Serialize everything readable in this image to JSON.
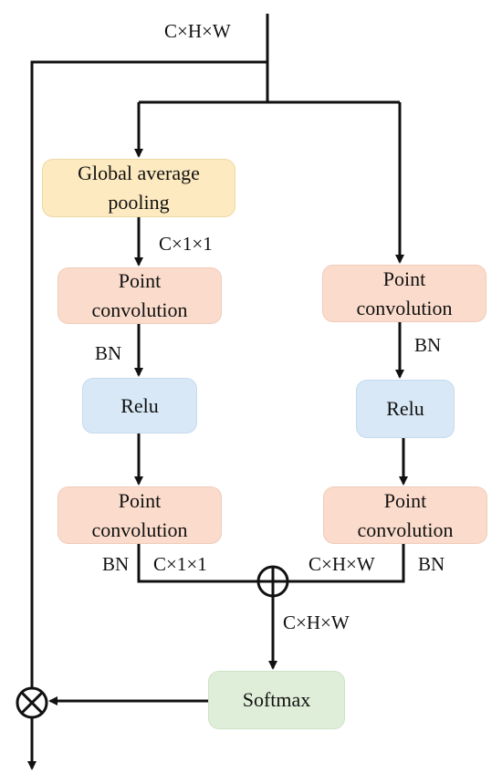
{
  "labels": {
    "input_dims": "C×H×W",
    "gap_out_dims": "C×1×1",
    "bn_left_1": "BN",
    "bn_right_1": "BN",
    "bn_left_2": "BN",
    "left_out_dims": "C×1×1",
    "right_out_dims": "C×H×W",
    "bn_right_2": "BN",
    "sum_out_dims": "C×H×W"
  },
  "nodes": {
    "global_avg_pool": "Global average\npooling",
    "left_conv_1": "Point\nconvolution",
    "left_relu": "Relu",
    "left_conv_2": "Point\nconvolution",
    "right_conv_1": "Point\nconvolution",
    "right_relu": "Relu",
    "right_conv_2": "Point\nconvolution",
    "softmax": "Softmax"
  },
  "operators": {
    "add": "element-wise addition",
    "multiply": "element-wise multiplication"
  }
}
